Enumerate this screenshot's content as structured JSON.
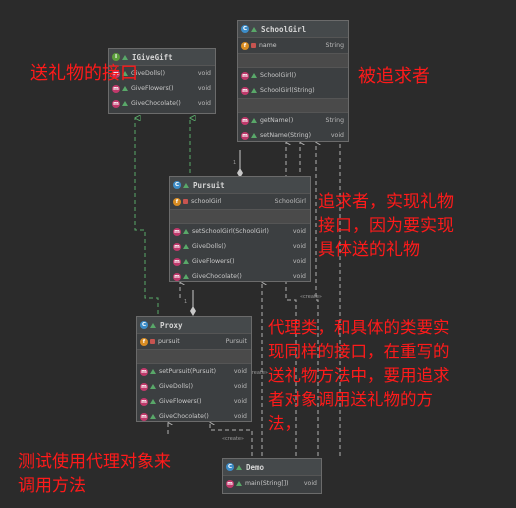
{
  "classes": {
    "igivegift": {
      "icon": "I",
      "name": "IGiveGift",
      "methods": [
        {
          "name": "GiveDolls()",
          "type": "void"
        },
        {
          "name": "GiveFlowers()",
          "type": "void"
        },
        {
          "name": "GiveChocolate()",
          "type": "void"
        }
      ]
    },
    "schoolgirl": {
      "icon": "C",
      "name": "SchoolGirl",
      "fields": [
        {
          "name": "name",
          "type": "String"
        }
      ],
      "ctors": [
        {
          "name": "SchoolGirl()",
          "type": ""
        },
        {
          "name": "SchoolGirl(String)",
          "type": ""
        }
      ],
      "methods": [
        {
          "name": "getName()",
          "type": "String"
        },
        {
          "name": "setName(String)",
          "type": "void"
        }
      ]
    },
    "pursuit": {
      "icon": "C",
      "name": "Pursuit",
      "fields": [
        {
          "name": "schoolGirl",
          "type": "SchoolGirl"
        }
      ],
      "methods": [
        {
          "name": "setSchoolGirl(SchoolGirl)",
          "type": "void"
        },
        {
          "name": "GiveDolls()",
          "type": "void"
        },
        {
          "name": "GiveFlowers()",
          "type": "void"
        },
        {
          "name": "GiveChocolate()",
          "type": "void"
        }
      ]
    },
    "proxy": {
      "icon": "C",
      "name": "Proxy",
      "fields": [
        {
          "name": "pursuit",
          "type": "Pursuit"
        }
      ],
      "methods": [
        {
          "name": "setPursuit(Pursuit)",
          "type": "void"
        },
        {
          "name": "GiveDolls()",
          "type": "void"
        },
        {
          "name": "GiveFlowers()",
          "type": "void"
        },
        {
          "name": "GiveChocolate()",
          "type": "void"
        }
      ]
    },
    "demo": {
      "icon": "C",
      "name": "Demo",
      "methods": [
        {
          "name": "main(String[])",
          "type": "void"
        }
      ]
    }
  },
  "edge_labels": {
    "create1": "«create»",
    "create2": "«create»",
    "create3": "«create»",
    "mult1": "1",
    "mult2": "1"
  },
  "annotations": {
    "gift_interface": "送礼物的接口",
    "pursuer": "被追求者",
    "pursuit_note": [
      "追求者，实现礼物",
      "接口，因为要实现",
      "具体送的礼物"
    ],
    "proxy_note": [
      "代理类，和具体的类要实",
      "现同样的接口，在重写的",
      "送礼物方法中，要用追求",
      "者对象调用送礼物的方",
      "法，"
    ],
    "demo_note": [
      "测试使用代理对象来",
      "调用方法"
    ]
  },
  "colors": {
    "background": "#2b2b2b",
    "annotation": "#ff1a1a",
    "implements_arrow": "#59a869",
    "dependency": "#b0b0b0"
  }
}
